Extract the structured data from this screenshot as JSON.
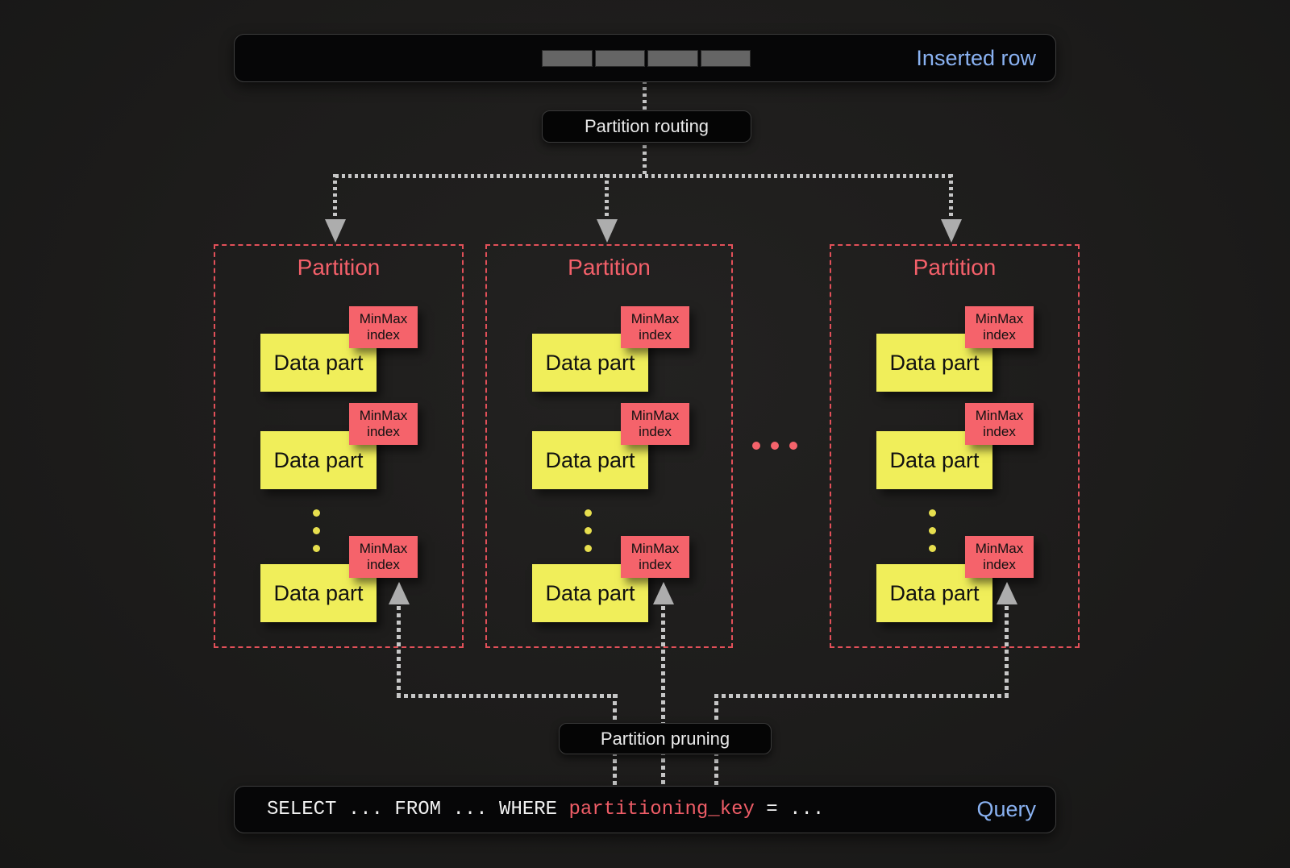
{
  "colors": {
    "bg": "#1d1c1b",
    "box_bg": "#060607",
    "box_border": "#3d3d3d",
    "pill_bg": "#050505",
    "accent_blue": "#8ab2f2",
    "minmax_red": "#f5636b",
    "partition_border": "#e25059",
    "partition_title": "#f4606a",
    "datapart_yellow": "#f0ee5a",
    "dot_yellow": "#e7df4e",
    "line_gray": "#c6c6c6",
    "arrow_gray": "#adadad",
    "segment_gray": "#656565",
    "sql_white": "#f2f2f2",
    "sql_key_red": "#ef5d67"
  },
  "inserted_row": {
    "label": "Inserted row",
    "segment_count": 4
  },
  "routing": {
    "label": "Partition routing"
  },
  "pruning": {
    "label": "Partition pruning"
  },
  "ellipsis": "between partition 2 and 3: three pink dots",
  "partitions": [
    {
      "title": "Partition",
      "parts": [
        {
          "label": "Data part",
          "index": "MinMax index"
        },
        {
          "label": "Data part",
          "index": "MinMax index"
        },
        {
          "label": "Data part",
          "index": "MinMax index"
        }
      ]
    },
    {
      "title": "Partition",
      "parts": [
        {
          "label": "Data part",
          "index": "MinMax index"
        },
        {
          "label": "Data part",
          "index": "MinMax index"
        },
        {
          "label": "Data part",
          "index": "MinMax index"
        }
      ]
    },
    {
      "title": "Partition",
      "parts": [
        {
          "label": "Data part",
          "index": "MinMax index"
        },
        {
          "label": "Data part",
          "index": "MinMax index"
        },
        {
          "label": "Data part",
          "index": "MinMax index"
        }
      ]
    }
  ],
  "query": {
    "label": "Query",
    "sql_prefix": "SELECT ... FROM ... WHERE ",
    "sql_key": "partitioning_key",
    "sql_suffix": " = ..."
  }
}
